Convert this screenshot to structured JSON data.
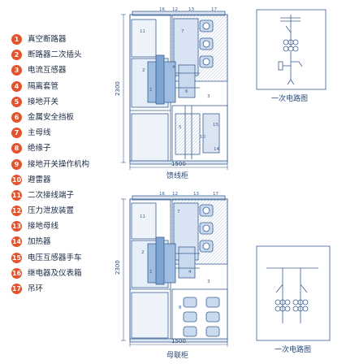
{
  "legend": [
    {
      "num": "1",
      "label": "真空断路器"
    },
    {
      "num": "2",
      "label": "断路器二次插头"
    },
    {
      "num": "3",
      "label": "电流互感器"
    },
    {
      "num": "4",
      "label": "隔离套管"
    },
    {
      "num": "5",
      "label": "接地开关"
    },
    {
      "num": "6",
      "label": "金属安全挡板"
    },
    {
      "num": "7",
      "label": "主母线"
    },
    {
      "num": "8",
      "label": "绝缘子"
    },
    {
      "num": "9",
      "label": "接地开关操作机构"
    },
    {
      "num": "10",
      "label": "避雷器"
    },
    {
      "num": "11",
      "label": "二次接线端子"
    },
    {
      "num": "12",
      "label": "压力泄放装置"
    },
    {
      "num": "13",
      "label": "接地母线"
    },
    {
      "num": "14",
      "label": "加热器"
    },
    {
      "num": "15",
      "label": "电压互感器手车"
    },
    {
      "num": "16",
      "label": "继电器及仪表箱"
    },
    {
      "num": "17",
      "label": "吊环"
    }
  ],
  "feeder": {
    "caption": "馈线柜",
    "height_dim": "2300",
    "width_dim": "1500",
    "circuit_caption": "一次电路图"
  },
  "bus_tie": {
    "caption": "母联柜",
    "height_dim": "2300",
    "width_dim": "1500",
    "circuit_caption": "一次电路图"
  },
  "colors": {
    "badge": "#e3532d",
    "line": "#3a5f93",
    "accent_panel": "#c9d9ee",
    "component_fill": "#9fbde0"
  }
}
